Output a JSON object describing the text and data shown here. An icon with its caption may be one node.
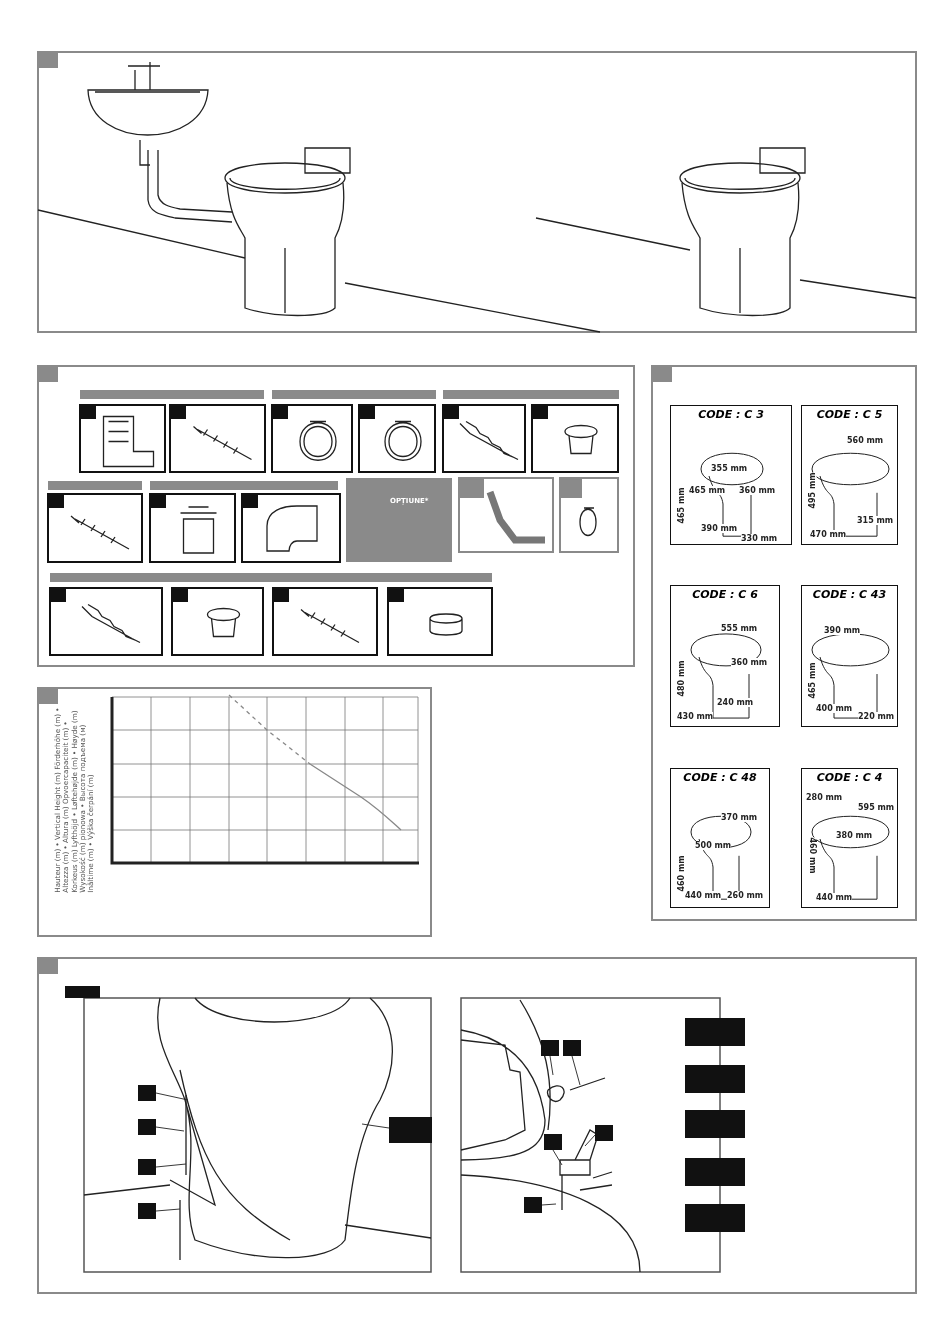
{
  "diagram": {
    "nodes": [
      {
        "text": [
          "CODE : C 3",
          "355 mm",
          "465 mm",
          "360 mm",
          "465 mm",
          "390 mm",
          "330 mm"
        ]
      },
      {
        "text": [
          "CODE : C 5",
          "560 mm",
          "495 mm",
          "315 mm",
          "470 mm"
        ]
      },
      {
        "text": [
          "CODE : C 6",
          "555 mm",
          "360 mm",
          "480 mm",
          "240 mm",
          "430 mm"
        ]
      },
      {
        "text": [
          "CODE : C 43",
          "390 mm",
          "465 mm",
          "400 mm",
          "220 mm"
        ]
      },
      {
        "text": [
          "CODE : C 48",
          "370 mm",
          "500 mm",
          "460 mm",
          "440 mm",
          "260 mm"
        ]
      },
      {
        "text": [
          "CODE : C 4",
          "280 mm",
          "595 mm",
          "380 mm",
          "460 mm",
          "440 mm"
        ]
      },
      {
        "text": [],
        "shape": "box"
      },
      {
        "text": [],
        "shape": "box"
      },
      {
        "text": [],
        "shape": "box"
      },
      {
        "text": [],
        "shape": "box"
      },
      {
        "text": [],
        "shape": "box"
      },
      {
        "text": [],
        "shape": "box"
      },
      {
        "text": [],
        "shape": "box"
      },
      {
        "text": [],
        "shape": "box"
      },
      {
        "text": [],
        "shape": "box"
      },
      {
        "text": [],
        "shape": "box"
      }
    ],
    "edges": [
      {
        "from": 6,
        "to": null,
        "arrow": "none"
      },
      {
        "from": 7,
        "to": null,
        "arrow": "none"
      },
      {
        "from": 8,
        "to": null,
        "arrow": "none"
      },
      {
        "from": 9,
        "to": null,
        "arrow": "none"
      },
      {
        "from": 10,
        "to": null,
        "arrow": "none"
      },
      {
        "from": 11,
        "to": null,
        "arrow": "none"
      },
      {
        "from": 12,
        "to": null,
        "arrow": "none"
      },
      {
        "from": 13,
        "to": null,
        "arrow": "none"
      },
      {
        "from": 14,
        "to": null,
        "arrow": "none"
      },
      {
        "from": 15,
        "to": null,
        "arrow": "none"
      }
    ],
    "labels": [
      "OPȚIUNE*",
      "Hauteur (m) • Vertical Height (m) Förderhöhe (m) • Altezza (m) • Altura (m) Opvoercapaciteit (m) • Korkeus (m) Lyfthöjd • Løftehøjde (m) • Høyde (m) Wysokość (m) pionowa • Высота подъема (м) Inăltime (m) • Výška čerpání (m)"
    ]
  }
}
